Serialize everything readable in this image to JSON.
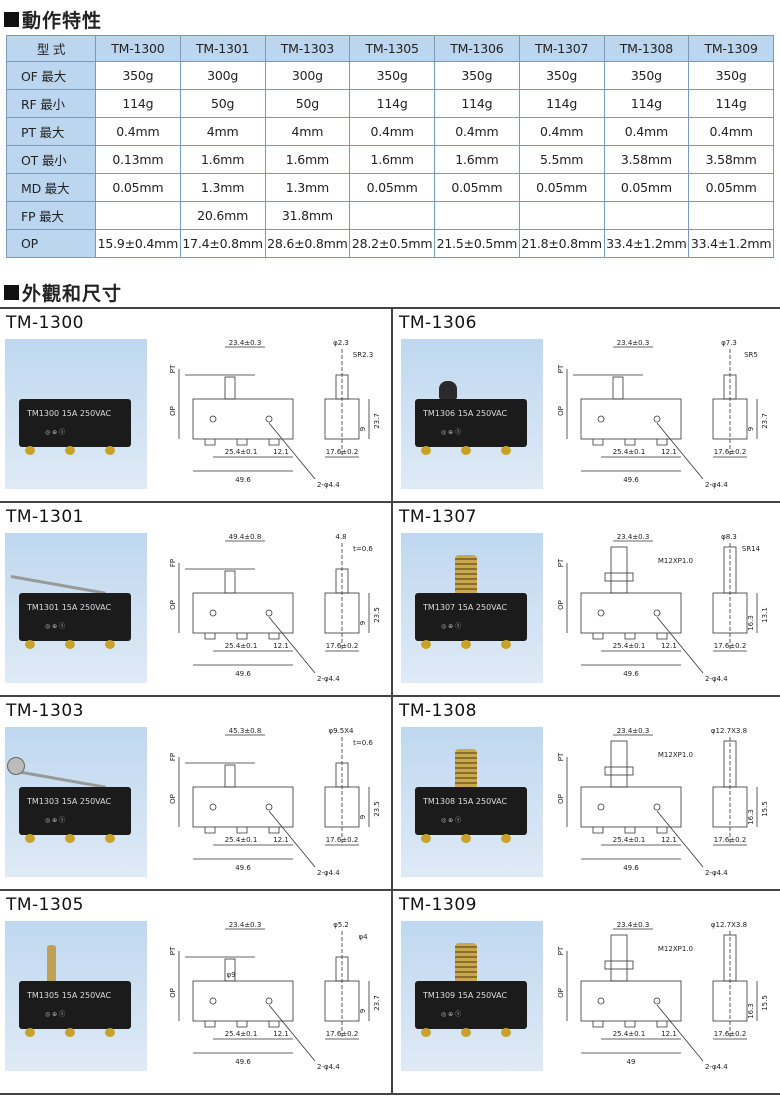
{
  "spec_section": {
    "title": "動作特性",
    "header": [
      "型 式",
      "TM-1300",
      "TM-1301",
      "TM-1303",
      "TM-1305",
      "TM-1306",
      "TM-1307",
      "TM-1308",
      "TM-1309"
    ],
    "rows": [
      {
        "label": "OF  最大",
        "values": [
          "350g",
          "300g",
          "300g",
          "350g",
          "350g",
          "350g",
          "350g",
          "350g"
        ]
      },
      {
        "label": "RF  最小",
        "values": [
          "114g",
          "50g",
          "50g",
          "114g",
          "114g",
          "114g",
          "114g",
          "114g"
        ]
      },
      {
        "label": "PT  最大",
        "values": [
          "0.4mm",
          "4mm",
          "4mm",
          "0.4mm",
          "0.4mm",
          "0.4mm",
          "0.4mm",
          "0.4mm"
        ]
      },
      {
        "label": "OT  最小",
        "values": [
          "0.13mm",
          "1.6mm",
          "1.6mm",
          "1.6mm",
          "1.6mm",
          "5.5mm",
          "3.58mm",
          "3.58mm"
        ]
      },
      {
        "label": "MD  最大",
        "values": [
          "0.05mm",
          "1.3mm",
          "1.3mm",
          "0.05mm",
          "0.05mm",
          "0.05mm",
          "0.05mm",
          "0.05mm"
        ]
      },
      {
        "label": "FP  最大",
        "values": [
          "",
          "20.6mm",
          "31.8mm",
          "",
          "",
          "",
          "",
          ""
        ]
      },
      {
        "label": "OP",
        "values": [
          "15.9±0.4mm",
          "17.4±0.8mm",
          "28.6±0.8mm",
          "28.2±0.5mm",
          "21.5±0.5mm",
          "21.8±0.8mm",
          "33.4±1.2mm",
          "33.4±1.2mm"
        ]
      }
    ]
  },
  "dims_section": {
    "title": "外觀和尺寸",
    "models": [
      {
        "name": "TM-1300",
        "body_label": "TM1300    15A 250VAC",
        "dims": {
          "top": "23.4±0.3",
          "pt": "PT",
          "op": "OP",
          "side_top": "φ2.3",
          "sr": "SR2.3",
          "h1": "23.7",
          "h2": "9",
          "mount": "25.4±0.1",
          "w2": "12.1",
          "total": "49.6",
          "side_w": "17.6±0.2",
          "hole": "2-φ4.4"
        }
      },
      {
        "name": "TM-1306",
        "body_label": "TM1306    15A 250VAC",
        "dims": {
          "top": "23.4±0.3",
          "pt": "PT",
          "op": "OP",
          "side_top": "φ7.3",
          "sr": "SR5",
          "h1": "23.7",
          "h2": "9",
          "mount": "25.4±0.1",
          "w2": "12.1",
          "total": "49.6",
          "side_w": "17.6±0.2",
          "hole": "2-φ4.4"
        }
      },
      {
        "name": "TM-1301",
        "body_label": "TM1301    15A 250VAC",
        "dims": {
          "top": "49.4±0.8",
          "pt": "FP",
          "op": "OP",
          "side_top": "4.8",
          "sr": "t=0.6",
          "h1": "23.5",
          "h2": "9",
          "mount": "25.4±0.1",
          "w2": "12.1",
          "total": "49.6",
          "side_w": "17.6±0.2",
          "hole": "2-φ4.4"
        }
      },
      {
        "name": "TM-1307",
        "body_label": "TM1307    15A 250VAC",
        "dims": {
          "top": "23.4±0.3",
          "pt": "PT",
          "op": "OP",
          "side_top": "φ8.3",
          "sr": "SR14",
          "thread": "M12XP1.0",
          "h1": "13.1",
          "h2": "16.3",
          "mount": "25.4±0.1",
          "w2": "12.1",
          "total": "49.6",
          "side_w": "17.6±0.2",
          "hole": "2-φ4.4"
        }
      },
      {
        "name": "TM-1303",
        "body_label": "TM1303    15A 250VAC",
        "dims": {
          "top": "45.3±0.8",
          "pt": "FP",
          "op": "OP",
          "side_top": "φ9.5X4",
          "sr": "t=0.6",
          "h1": "23.5",
          "h2": "9",
          "mount": "25.4±0.1",
          "w2": "12.1",
          "total": "49.6",
          "side_w": "17.6±0.2",
          "hole": "2-φ4.4"
        }
      },
      {
        "name": "TM-1308",
        "body_label": "TM1308    15A 250VAC",
        "dims": {
          "top": "23.4±0.3",
          "pt": "PT",
          "op": "OP",
          "side_top": "φ12.7X3.8",
          "thread": "M12XP1.0",
          "h1": "15.5",
          "h2": "16.3",
          "mount": "25.4±0.1",
          "w2": "12.1",
          "total": "49.6",
          "side_w": "17.6±0.2",
          "hole": "2-φ4.4"
        }
      },
      {
        "name": "TM-1305",
        "body_label": "TM1305    15A 250VAC",
        "dims": {
          "top": "23.4±0.3",
          "pt": "PT",
          "op": "OP",
          "side_top": "φ5.2",
          "sr": "φ4",
          "inner": "φ9",
          "h1": "23.7",
          "h2": "9",
          "mount": "25.4±0.1",
          "w2": "12.1",
          "total": "49.6",
          "side_w": "17.6±0.2",
          "hole": "2-φ4.4"
        }
      },
      {
        "name": "TM-1309",
        "body_label": "TM1309    15A 250VAC",
        "dims": {
          "top": "23.4±0.3",
          "pt": "PT",
          "op": "OP",
          "side_top": "φ12.7X3.8",
          "thread": "M12XP1.0",
          "h1": "15.5",
          "h2": "16.3",
          "mount": "25.4±0.1",
          "w2": "12.1",
          "total": "49",
          "side_w": "17.6±0.2",
          "hole": "2-φ4.4"
        }
      }
    ]
  }
}
